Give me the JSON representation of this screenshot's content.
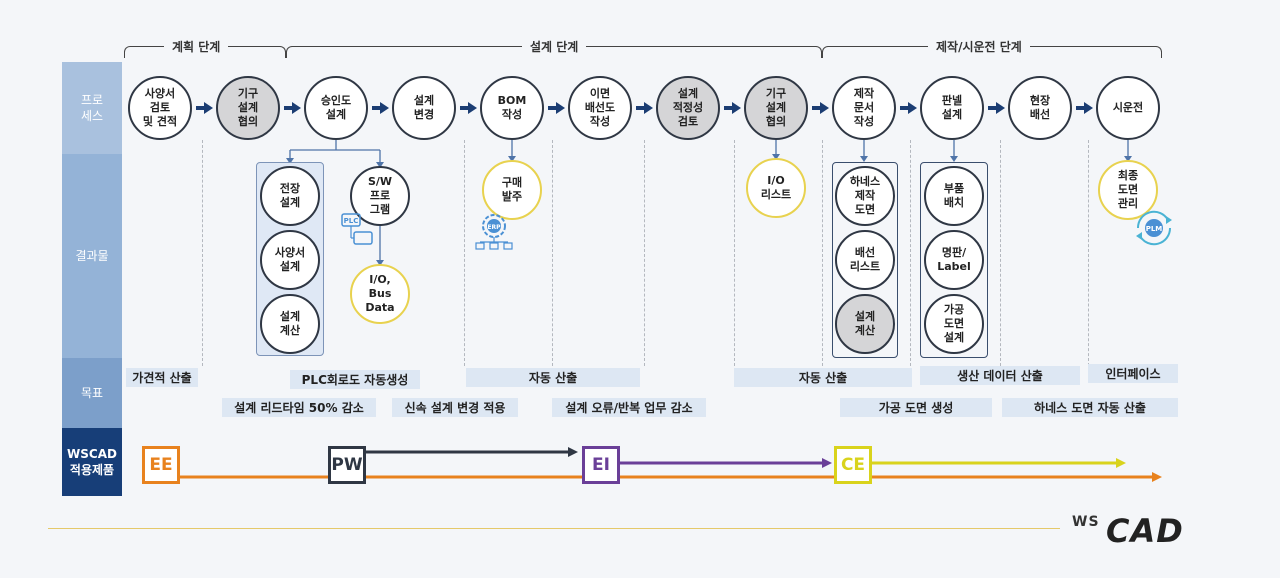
{
  "phases": {
    "plan": "계획 단계",
    "design": "설계 단계",
    "manufacture": "제작/시운전 단계"
  },
  "rows": {
    "process": "프로\n세스",
    "output": "결과물",
    "goal": "목표",
    "wscad": "WSCAD\n적용제품"
  },
  "process": [
    "사양서\n검토\n및 견적",
    "기구\n설계\n협의",
    "승인도\n설계",
    "설계\n변경",
    "BOM\n작성",
    "이면\n배선도\n작성",
    "설계\n적정성\n검토",
    "기구\n설계\n협의",
    "제작\n문서\n작성",
    "판넬\n설계",
    "현장\n배선",
    "시운전"
  ],
  "outputs": {
    "approval_group": [
      "전장\n설계",
      "사양서\n설계",
      "설계\n계산"
    ],
    "sw_program": "S/W\n프로\n그램",
    "io_bus": "I/O,\nBus\nData",
    "purchase": "구매\n발주",
    "io_list": "I/O\n리스트",
    "manufacture_group": [
      "하네스\n제작\n도면",
      "배선\n리스트",
      "설계\n계산"
    ],
    "panel_group": [
      "부품\n배치",
      "명판/\nLabel",
      "가공\n도면\n설계"
    ],
    "final_drawing": "최종\n도면\n관리"
  },
  "icons": {
    "plc": "PLC",
    "erp": "ERP",
    "plm": "PLM"
  },
  "goals_row1": [
    "가견적 산출",
    "PLC회로도 자동생성",
    "자동 산출",
    "자동 산출",
    "생산 데이터 산출",
    "인터페이스"
  ],
  "goals_row2": [
    "설계 리드타임 50% 감소",
    "신속 설계 변경 적용",
    "설계 오류/반복 업무 감소",
    "가공 도면 생성",
    "하네스 도면 자동 산출"
  ],
  "products": [
    "EE",
    "PW",
    "EI",
    "CE"
  ],
  "colors": {
    "ee": "#e8821e",
    "pw": "#2f3744",
    "ei": "#6a3f98",
    "ce": "#d9d31c",
    "accent": "#1b3d73"
  },
  "logo": {
    "small": "WS",
    "large": "CAD"
  }
}
